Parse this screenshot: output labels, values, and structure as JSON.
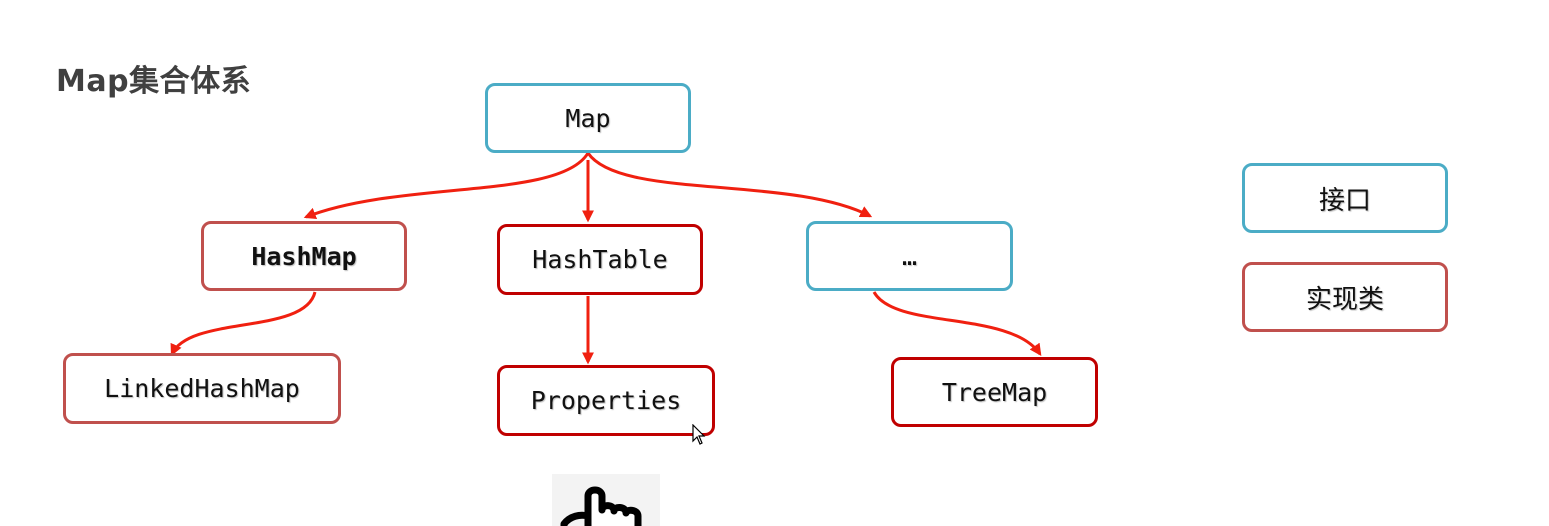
{
  "title": "Map集合体系",
  "nodes": {
    "map": "Map",
    "hashmap": "HashMap",
    "hashtable": "HashTable",
    "etc": "…",
    "linkedhashmap": "LinkedHashMap",
    "properties": "Properties",
    "treemap": "TreeMap"
  },
  "legend": {
    "interface_label": "接口",
    "impl_label": "实现类"
  },
  "colors": {
    "interface_border": "#4BACC6",
    "impl_border_light": "#C0504D",
    "impl_border_dark": "#C00000",
    "arrow": "#F02010",
    "title": "#404040"
  },
  "icons": [
    "mouse-pointer-icon",
    "hand-pointer-icon"
  ]
}
